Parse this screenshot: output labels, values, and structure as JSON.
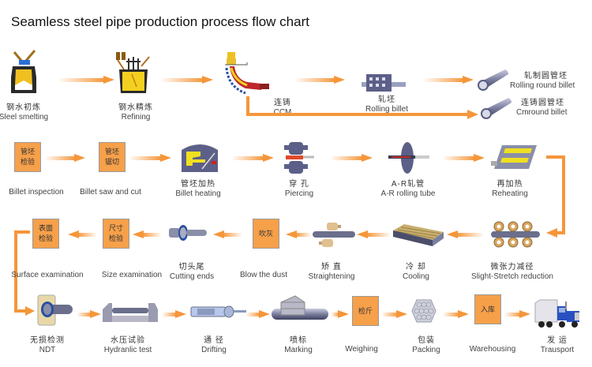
{
  "title": "Seamless steel pipe production process flow chart",
  "colors": {
    "accent_orange": "#f5963a",
    "box_fill": "#f6a04a",
    "steel_gray": "#6b6f8c"
  },
  "row1": [
    {
      "cn": "钢水初炼",
      "en": "Sleel smelting",
      "icon": "converter-icon"
    },
    {
      "cn": "钢水精炼",
      "en": "Refining",
      "icon": "ladle-furnace-icon"
    },
    {
      "cn": "连铸",
      "en": "CCM",
      "icon": "continuous-caster-icon"
    },
    {
      "cn": "轧坯",
      "en": "Rolling billet",
      "icon": "rolling-mill-icon"
    },
    {
      "cn": "轧制圆管坯",
      "en": "Rolling round billet",
      "icon": "round-billet-icon"
    },
    {
      "cn": "连铸圆管坯",
      "en": "Cmround billet",
      "icon": "round-billet-icon"
    }
  ],
  "row2": [
    {
      "box": "管坯\n检验",
      "en": "Billet inspection"
    },
    {
      "box": "管坯\n锯切",
      "en": "Billet saw and cut"
    },
    {
      "cn": "管坯加热",
      "en": "Billet heating",
      "icon": "rotary-furnace-icon"
    },
    {
      "cn": "穿 孔",
      "en": "Piercing",
      "icon": "piercing-mill-icon"
    },
    {
      "cn": "A-R轧管",
      "en": "A-R rolling tube",
      "icon": "tube-rolling-mill-icon"
    },
    {
      "cn": "再加热",
      "en": "Reheating",
      "icon": "reheating-furnace-icon"
    }
  ],
  "row3": [
    {
      "box": "表面\n检验",
      "en": "Surface examination"
    },
    {
      "box": "尺寸\n检验",
      "en": "Size examination"
    },
    {
      "cn": "切头尾",
      "en": "Cutting ends",
      "icon": "pipe-cutter-icon"
    },
    {
      "box": "吹灰",
      "en": "Blow the dust"
    },
    {
      "cn": "矫 直",
      "en": "Straightening",
      "icon": "straightener-icon"
    },
    {
      "cn": "冷 却",
      "en": "Cooling",
      "icon": "cooling-bed-icon"
    },
    {
      "cn": "微张力减径",
      "en": "Slight-Stretch reduction",
      "icon": "stretch-reducer-icon"
    }
  ],
  "row4": [
    {
      "cn": "无损检测",
      "en": "NDT",
      "icon": "ndt-tester-icon"
    },
    {
      "cn": "水压试验",
      "en": "Hydranlic test",
      "icon": "hydro-tester-icon"
    },
    {
      "cn": "通 径",
      "en": "Drifting",
      "icon": "drift-gauge-icon"
    },
    {
      "cn": "喷标",
      "en": "Marking",
      "icon": "marking-machine-icon"
    },
    {
      "box": "检斤",
      "en": "Weighing"
    },
    {
      "cn": "包装",
      "en": "Packing",
      "icon": "pipe-bundle-icon"
    },
    {
      "box": "入库",
      "en": "Warehousing"
    },
    {
      "cn": "发 运",
      "en": "Trausport",
      "icon": "truck-icon"
    }
  ]
}
